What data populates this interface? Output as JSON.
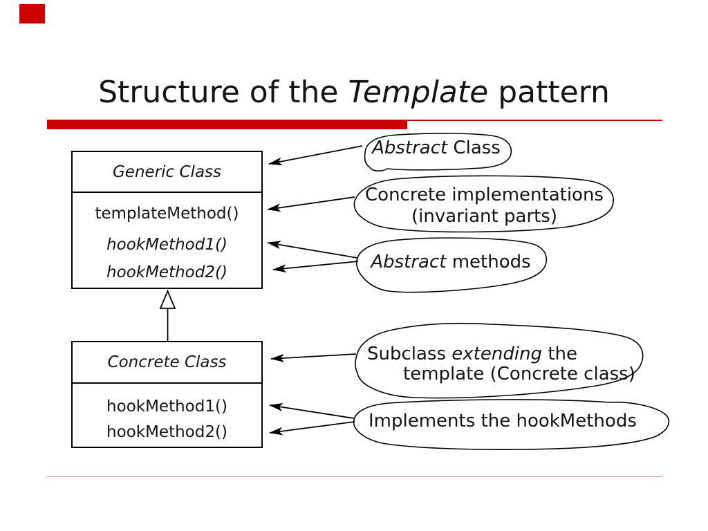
{
  "title": {
    "pre": "Structure of the ",
    "em": "Template",
    "post": " pattern"
  },
  "accent_colors": {
    "bar_red": "#cc0000",
    "footer_line_pink": "#cc9999",
    "ink": "#141414"
  },
  "diagram": {
    "generic_class": {
      "name": "Generic Class",
      "methods": [
        "templateMethod()",
        "hookMethod1()",
        "hookMethod2()"
      ]
    },
    "concrete_class": {
      "name": "Concrete Class",
      "methods": [
        "hookMethod1()",
        "hookMethod2()"
      ]
    }
  },
  "bubbles": {
    "abstract_class": {
      "em": "Abstract",
      "post": " Class"
    },
    "concrete_impl": {
      "line1": "Concrete implementations",
      "line2": "(invariant parts)"
    },
    "abstract_methods": {
      "em": "Abstract",
      "post": " methods"
    },
    "subclass": {
      "line1_pre": "Subclass ",
      "line1_em": "extending",
      "line1_post": " the",
      "line2": "template (Concrete class)"
    },
    "implements": {
      "text": "Implements the hookMethods"
    }
  }
}
